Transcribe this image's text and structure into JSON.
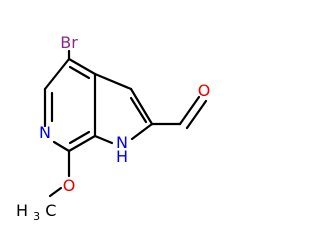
{
  "molecule": {
    "atoms": {
      "bromine": "Br",
      "ring_nitrogen": "N",
      "pyrrole_nh": "N",
      "pyrrole_h": "H",
      "aldehyde_oxygen": "O",
      "methoxy_oxygen": "O",
      "methyl_h": "H",
      "methyl_c": "C",
      "methyl_subscript": "3"
    },
    "colors": {
      "bond": "#000000",
      "bromine": "#8b2a8b",
      "nitrogen": "#0000ee",
      "oxygen": "#ee0000",
      "carbon": "#000000"
    }
  }
}
